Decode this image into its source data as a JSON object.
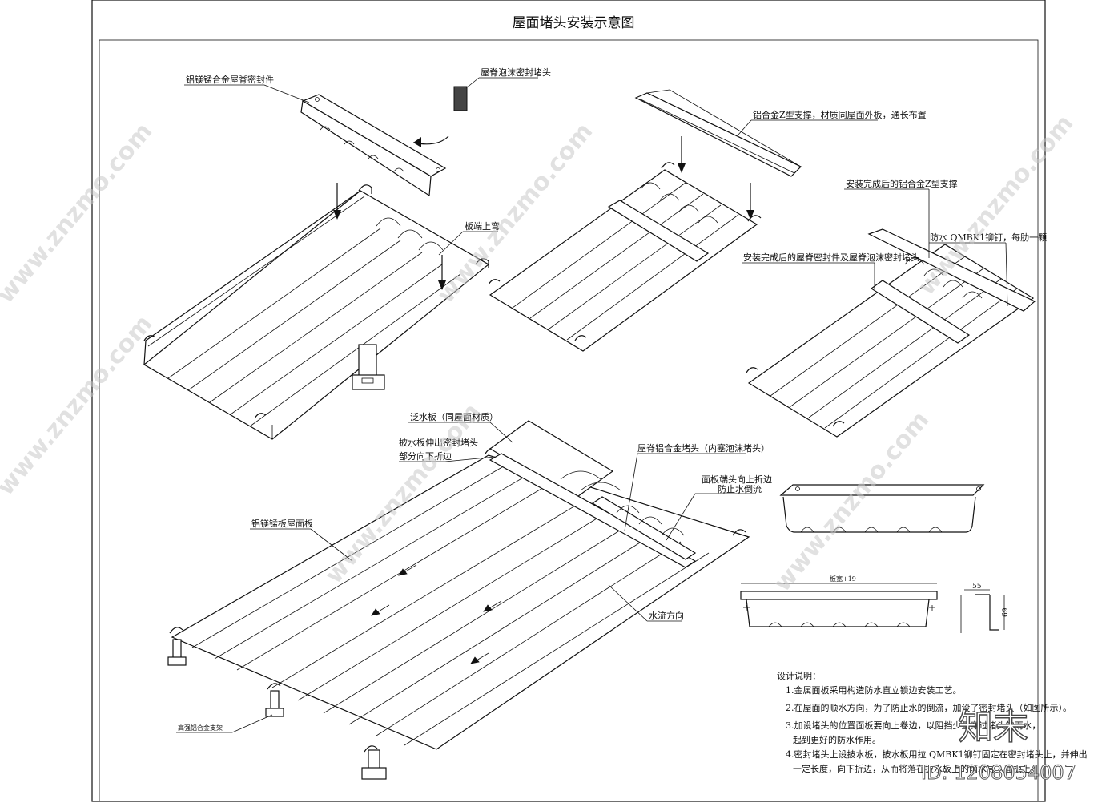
{
  "title": "屋面堵头安装示意图",
  "labels": {
    "ridge_seal": "铝镁锰合金屋脊密封件",
    "foam_plug": "屋脊泡沫密封堵头",
    "end_upturn": "板端上弯",
    "z_support": "铝合金Z型支撑，材质同屋面外板，通长布置",
    "installed_z": "安装完成后的铝合金Z型支撑",
    "rivet": "防水 QMBK1铆钉，每肋一颗",
    "installed_seal": "安装完成后的屋脊密封件及屋脊泡沫密封堵头",
    "flashing": "泛水板（同屋面材质）",
    "flashing_extend_1": "披水板伸出密封堵头",
    "flashing_extend_2": "部分向下折边",
    "ridge_plug": "屋脊铝合金堵头（内塞泡沫堵头）",
    "panel_fold_1": "面板端头向上折边",
    "panel_fold_2": "防止水倒流",
    "roof_panel": "铝镁锰板屋面板",
    "water_dir": "水流方向",
    "support": "高强铝合金支架",
    "dim_width": "板宽+19",
    "dim_55": "55",
    "dim_69": "69"
  },
  "notes": {
    "heading": "设计说明：",
    "items": [
      "1.金属面板采用构造防水直立锁边安装工艺。",
      "2.在屋面的顺水方向，为了防止水的倒流，加设了密封堵头（如图所示）。",
      "3.加设堵头的位置面板要向上卷边，以阻挡少量穿过堵头的雨水，",
      "起到更好的防水作用。",
      "4.密封堵头上设披水板，披水板用拉 QMBK1铆钉固定在密封堵头上，并伸出",
      "一定长度，向下折边，从而将落在披水板上的雨水导入面板上。"
    ]
  },
  "watermark": {
    "site": "www.znzmo.com",
    "brand": "知末",
    "id_text": "ID: 1208054007"
  }
}
